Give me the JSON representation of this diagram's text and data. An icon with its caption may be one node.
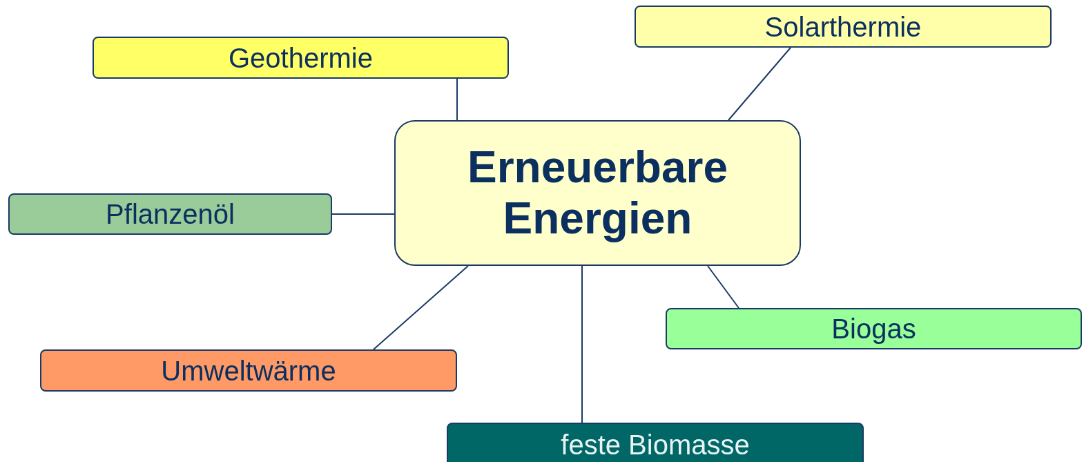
{
  "diagram": {
    "nodes": [
      {
        "text": [
          "Solarthermie"
        ]
      },
      {
        "text": [
          "Geothermie"
        ]
      },
      {
        "text": [
          "Erneuerbare Energien"
        ]
      },
      {
        "text": [
          "Pflanzenöl"
        ]
      },
      {
        "text": [
          "Biogas"
        ]
      },
      {
        "text": [
          "Umweltwärme"
        ]
      },
      {
        "text": [
          "feste Biomasse"
        ]
      }
    ],
    "edges": [
      {
        "from": 2,
        "to": 1,
        "arrow": "none"
      },
      {
        "from": 2,
        "to": 0,
        "arrow": "none"
      },
      {
        "from": 2,
        "to": 3,
        "arrow": "none"
      },
      {
        "from": 2,
        "to": 5,
        "arrow": "none"
      },
      {
        "from": 2,
        "to": 6,
        "arrow": "none"
      },
      {
        "from": 2,
        "to": 4,
        "arrow": "none"
      }
    ]
  }
}
